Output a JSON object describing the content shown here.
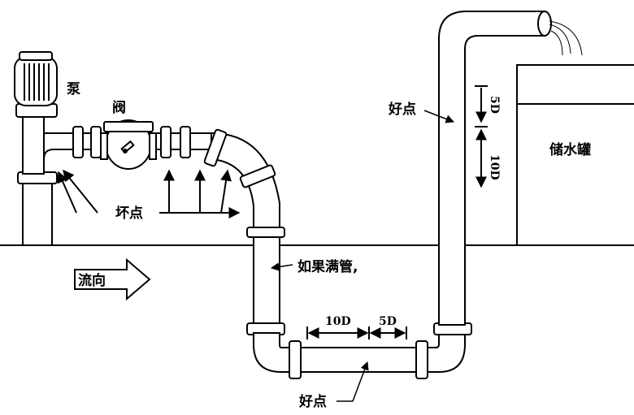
{
  "labels": {
    "pump": "泵",
    "valve": "阀",
    "good_point_vertical": "好点",
    "good_point_bottom": "好点",
    "bad_point": "坏点",
    "storage_tank": "储水罐",
    "if_full_pipe": "如果满管,",
    "flow_direction": "流向"
  },
  "dimensions": {
    "vertical_upper": "5D",
    "vertical_lower": "10D",
    "horizontal_left": "10D",
    "horizontal_right": "5D"
  },
  "colors": {
    "line": "#000000",
    "pipe_fill": "#ffffff",
    "background": "#ffffff"
  }
}
